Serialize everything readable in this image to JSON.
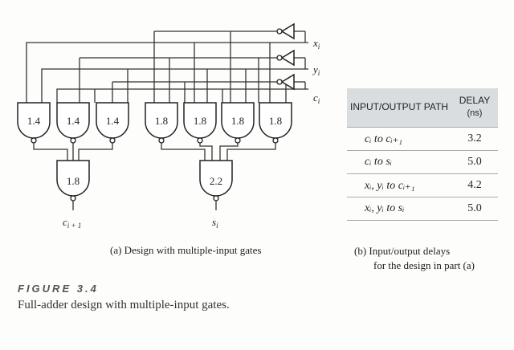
{
  "circuit": {
    "inputs": [
      {
        "name": "x",
        "sub": "i"
      },
      {
        "name": "y",
        "sub": "i"
      },
      {
        "name": "c",
        "sub": "i"
      }
    ],
    "carry_gates": [
      "1.4",
      "1.4",
      "1.4"
    ],
    "sum_gates": [
      "1.8",
      "1.8",
      "1.8",
      "1.8"
    ],
    "carry_output_gate": "1.8",
    "sum_output_gate": "2.2",
    "outputs": {
      "carry": {
        "name": "c",
        "sub": "i + 1"
      },
      "sum": {
        "name": "s",
        "sub": "i"
      }
    }
  },
  "table": {
    "header_path": "INPUT/OUTPUT PATH",
    "header_delay_line1": "DELAY",
    "header_delay_unit": "(ns)",
    "rows": [
      {
        "path": "cᵢ to cᵢ₊₁",
        "delay": "3.2"
      },
      {
        "path": "cᵢ to sᵢ",
        "delay": "5.0"
      },
      {
        "path": "xᵢ, yᵢ to cᵢ₊₁",
        "delay": "4.2"
      },
      {
        "path": "xᵢ, yᵢ to sᵢ",
        "delay": "5.0"
      }
    ]
  },
  "captions": {
    "a": "(a) Design with multiple-input gates",
    "b_line1": "(b) Input/output delays",
    "b_line2": "for the design in part (a)"
  },
  "figure": {
    "label": "FIGURE 3.4",
    "title": "Full-adder design with multiple-input gates."
  }
}
